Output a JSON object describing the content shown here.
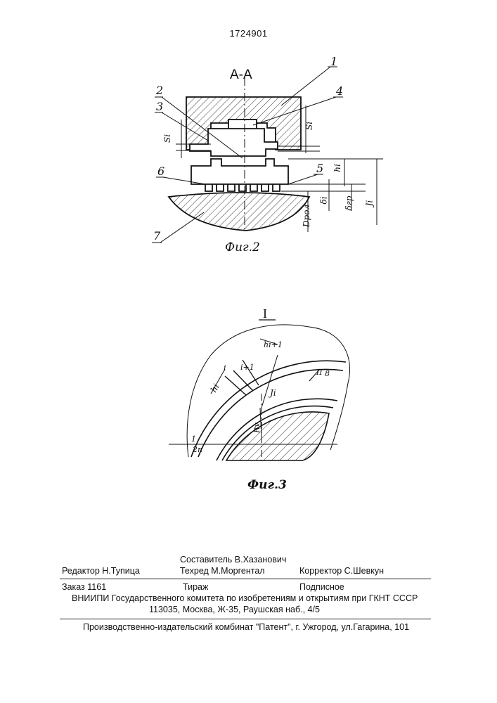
{
  "patent_number": "1724901",
  "figure2": {
    "section_label": "A-A",
    "caption": "Фиг.2",
    "callouts": [
      "1",
      "2",
      "3",
      "4",
      "5",
      "6",
      "7"
    ],
    "dim_labels": [
      "Si",
      "Si",
      "hi",
      "δi",
      "δгр",
      "Dрол",
      "Ji"
    ]
  },
  "figure3": {
    "view_label": "I",
    "caption": "Фиг.3",
    "labels": [
      "hi+1",
      "i+1",
      "i",
      "hi",
      "Ji",
      "Rv",
      "1",
      "2п",
      "II",
      "8"
    ]
  },
  "footer": {
    "compiler": "Составитель В.Хазанович",
    "editor": "Редактор  Н.Тупица",
    "techred": "Техред М.Моргентал",
    "corrector": "Корректор  С.Шевкун",
    "order": "Заказ  1161",
    "circulation": "Тираж",
    "subscription": "Подписное",
    "org_line": "ВНИИПИ Государственного комитета по изобретениям и открытиям при ГКНТ СССР",
    "address": "113035, Москва, Ж-35, Раушская наб., 4/5",
    "publisher": "Производственно-издательский комбинат \"Патент\", г. Ужгород, ул.Гагарина, 101"
  }
}
